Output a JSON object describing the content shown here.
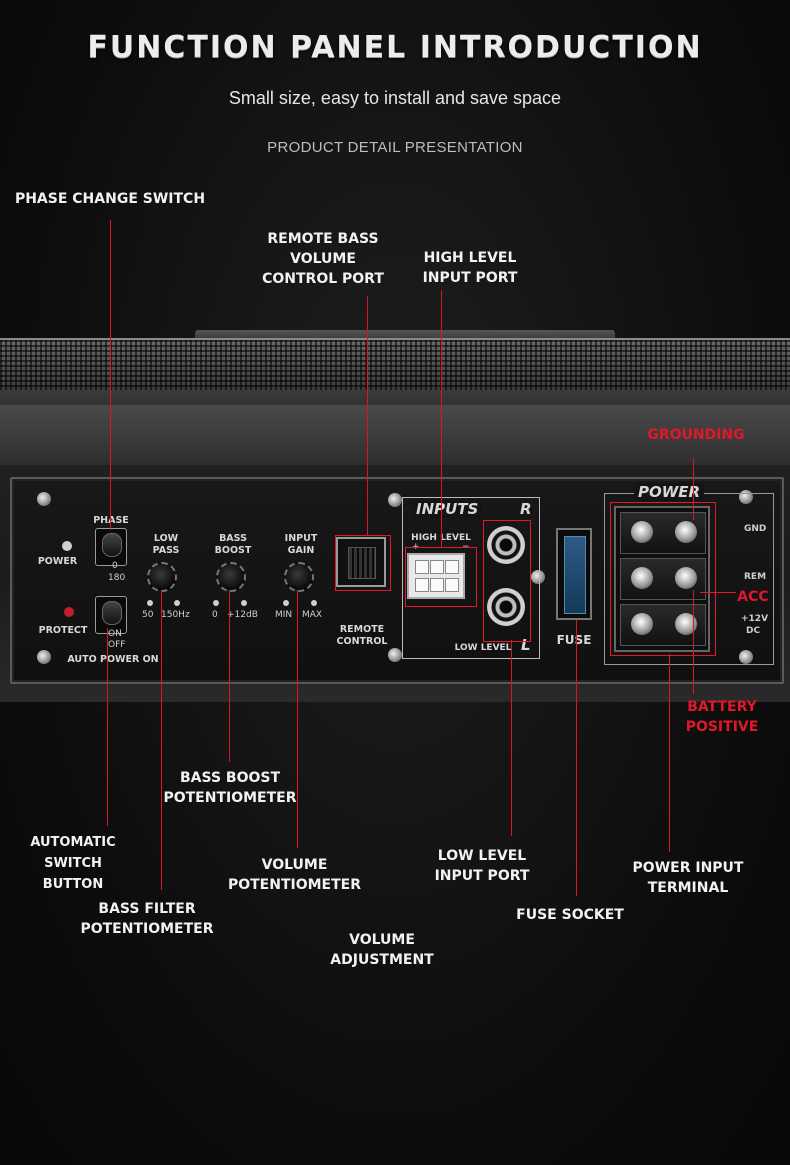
{
  "header": {
    "title": "FUNCTION PANEL INTRODUCTION",
    "subtitle": "Small size, easy to install and save space",
    "detail": "PRODUCT DETAIL PRESENTATION"
  },
  "callouts": {
    "phase_change_switch": "PHASE CHANGE SWITCH",
    "remote_bass_1": "REMOTE BASS",
    "remote_bass_2": "VOLUME",
    "remote_bass_3": "CONTROL PORT",
    "high_level_1": "HIGH LEVEL",
    "high_level_2": "INPUT PORT",
    "grounding": "GROUNDING",
    "acc": "ACC",
    "battery_1": "BATTERY",
    "battery_2": "POSITIVE",
    "bass_boost_1": "BASS BOOST",
    "bass_boost_2": "POTENTIOMETER",
    "automatic_1": "AUTOMATIC",
    "automatic_2": "SWITCH",
    "automatic_3": "BUTTON",
    "bass_filter_1": "BASS FILTER",
    "bass_filter_2": "POTENTIOMETER",
    "volume_pot_1": "VOLUME",
    "volume_pot_2": "POTENTIOMETER",
    "volume_adj_1": "VOLUME",
    "volume_adj_2": "ADJUSTMENT",
    "low_level_1": "LOW LEVEL",
    "low_level_2": "INPUT PORT",
    "fuse_socket": "FUSE SOCKET",
    "power_input_1": "POWER INPUT",
    "power_input_2": "TERMINAL"
  },
  "panel": {
    "phase": "PHASE",
    "phase_0": "0",
    "phase_180": "180",
    "power": "POWER",
    "protect": "PROTECT",
    "on": "ON",
    "off": "OFF",
    "auto_power_on": "AUTO POWER ON",
    "low_pass_1": "LOW",
    "low_pass_2": "PASS",
    "bass_boost_1": "BASS",
    "bass_boost_2": "BOOST",
    "input_gain_1": "INPUT",
    "input_gain_2": "GAIN",
    "lp_min": "50",
    "lp_max": "150Hz",
    "bb_min": "0",
    "bb_max": "+12dB",
    "gain_min": "MIN",
    "gain_max": "MAX",
    "remote_control_1": "REMOTE",
    "remote_control_2": "CONTROL",
    "inputs": "INPUTS",
    "r": "R",
    "l": "L",
    "high_level": "HIGH LEVEL",
    "plus": "+",
    "minus": "−",
    "low_level": "LOW LEVEL",
    "fuse": "FUSE",
    "power_group": "POWER",
    "gnd": "GND",
    "rem": "REM",
    "v12": "+12V",
    "dc": "DC"
  },
  "colors": {
    "accent_red": "#e0182a",
    "background": "#0d0d0d"
  }
}
